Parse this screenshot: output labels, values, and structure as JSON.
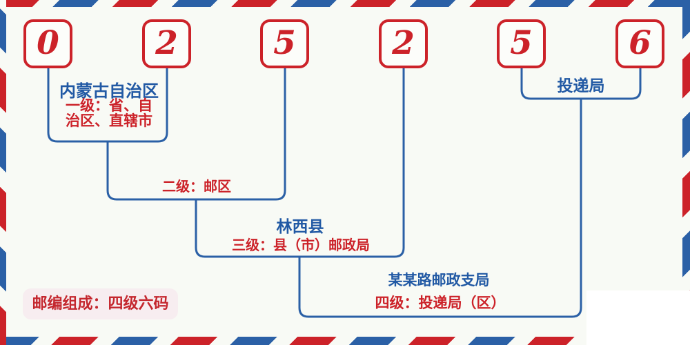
{
  "postal": {
    "digits": [
      "0",
      "2",
      "5",
      "2",
      "5",
      "6"
    ]
  },
  "levels": {
    "level1": {
      "region": "内蒙古自治区",
      "label": "一级：省、自治区、直辖市"
    },
    "level2": {
      "label": "二级：邮区"
    },
    "level3": {
      "region": "林西县",
      "label": "三级：县（市）邮政局"
    },
    "level4": {
      "region": "某某路邮政支局",
      "label": "四级：投递局（区）"
    },
    "delivery_office": {
      "label": "投递局"
    }
  },
  "footer": {
    "badge": "邮编组成：四级六码"
  },
  "colors": {
    "red": "#cc2229",
    "blue": "#2b60a6",
    "blue_text": "#2159a4",
    "background": "#f8faf5",
    "badge_bg": "#f7edf0",
    "corner_patch": "#ffffff"
  }
}
